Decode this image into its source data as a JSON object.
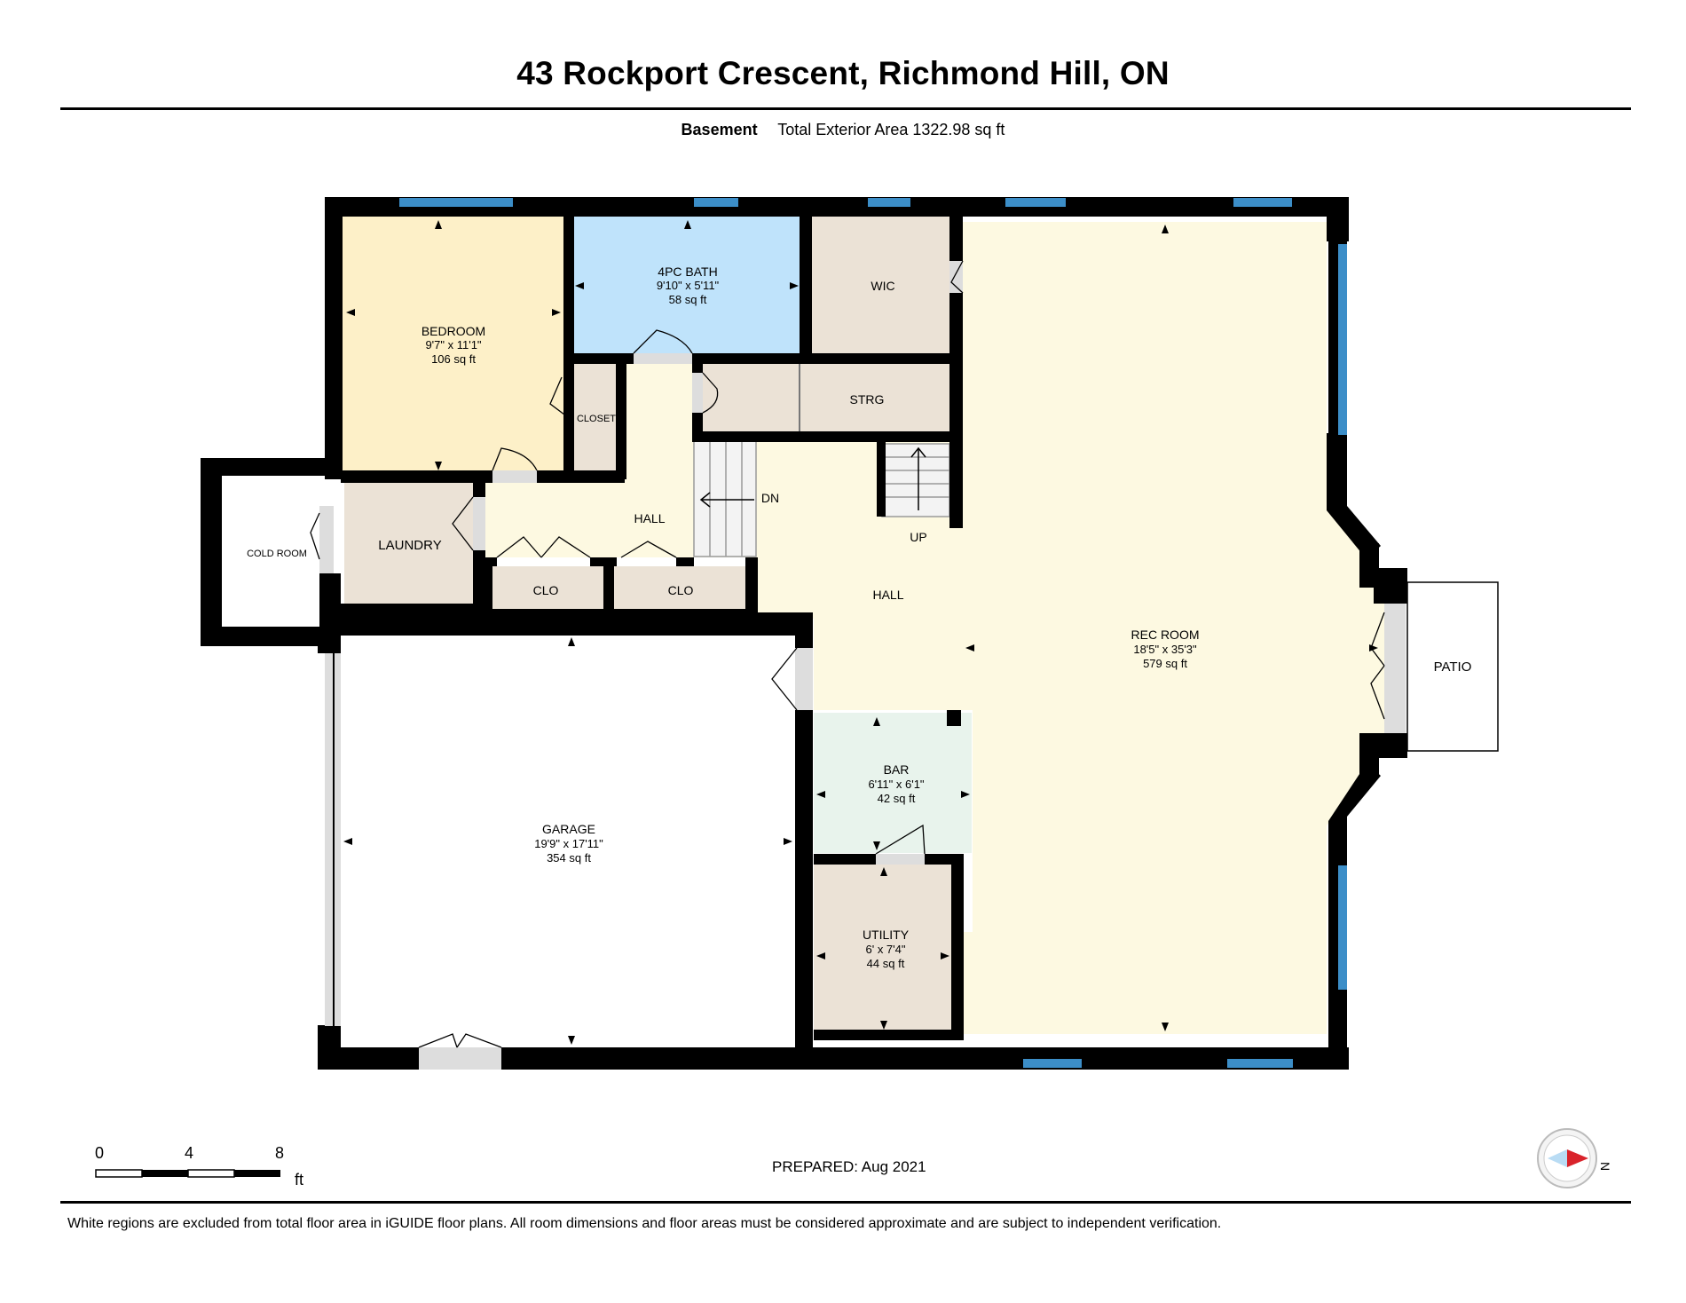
{
  "header": {
    "title": "43 Rockport Crescent, Richmond Hill, ON",
    "floor_label": "Basement",
    "area_label": "Total Exterior Area 1322.98 sq ft"
  },
  "rooms": {
    "bedroom": {
      "name": "BEDROOM",
      "dims": "9'7\" x 11'1\"",
      "area": "106 sq ft"
    },
    "bath": {
      "name": "4PC BATH",
      "dims": "9'10\" x 5'11\"",
      "area": "58 sq ft"
    },
    "wic": {
      "name": "WIC"
    },
    "strg": {
      "name": "STRG"
    },
    "closet": {
      "name": "CLOSET"
    },
    "hall_upper": {
      "name": "HALL"
    },
    "hall_main": {
      "name": "HALL"
    },
    "dn": {
      "name": "DN"
    },
    "up": {
      "name": "UP"
    },
    "cold_room": {
      "name": "COLD ROOM"
    },
    "laundry": {
      "name": "LAUNDRY"
    },
    "clo1": {
      "name": "CLO"
    },
    "clo2": {
      "name": "CLO"
    },
    "rec_room": {
      "name": "REC ROOM",
      "dims": "18'5\" x 35'3\"",
      "area": "579 sq ft"
    },
    "patio": {
      "name": "PATIO"
    },
    "bar": {
      "name": "BAR",
      "dims": "6'11\" x 6'1\"",
      "area": "42 sq ft"
    },
    "garage": {
      "name": "GARAGE",
      "dims": "19'9\" x 17'11\"",
      "area": "354 sq ft"
    },
    "utility": {
      "name": "UTILITY",
      "dims": "6' x 7'4\"",
      "area": "44 sq ft"
    }
  },
  "scale": {
    "labels": [
      "0",
      "4",
      "8"
    ],
    "unit": "ft"
  },
  "compass": {
    "direction": "N"
  },
  "footer": {
    "prepared": "PREPARED: Aug 2021",
    "disclaimer": "White regions are excluded from total floor area in iGUIDE floor plans. All room dimensions and floor areas must be considered approximate and are subject to independent verification."
  },
  "colors": {
    "bedroom": "#fdf0c8",
    "bath": "#bfe3fb",
    "utility_rooms": "#ebe2d6",
    "hall": "#fdf9e1",
    "bar": "#e8f3ec",
    "wall": "#000000",
    "window": "#3c8ec8"
  }
}
